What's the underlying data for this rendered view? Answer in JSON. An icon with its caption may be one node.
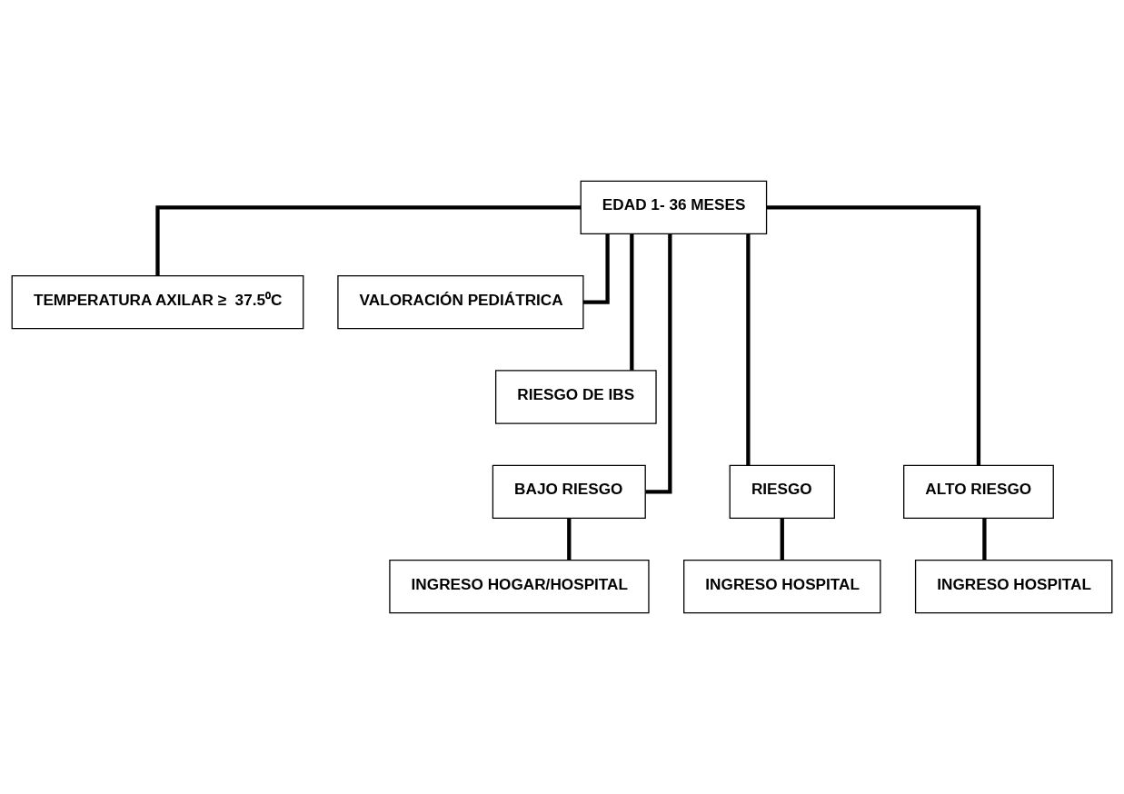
{
  "diagram": {
    "nodes": [
      {
        "text": [
          "EDAD 1- 36 MESES"
        ]
      },
      {
        "text": [
          "TEMPERATURA AXILAR ≥  37.5⁰C"
        ]
      },
      {
        "text": [
          "VALORACIÓN PEDIÁTRICA"
        ]
      },
      {
        "text": [
          "RIESGO DE IBS"
        ]
      },
      {
        "text": [
          "BAJO RIESGO"
        ]
      },
      {
        "text": [
          "RIESGO"
        ]
      },
      {
        "text": [
          "ALTO RIESGO"
        ]
      },
      {
        "text": [
          "INGRESO HOGAR/HOSPITAL"
        ]
      },
      {
        "text": [
          "INGRESO HOSPITAL"
        ]
      },
      {
        "text": [
          "INGRESO HOSPITAL"
        ]
      }
    ],
    "edges": [
      {
        "from": 0,
        "to": 1,
        "arrow": "none"
      },
      {
        "from": 0,
        "to": 2,
        "arrow": "none"
      },
      {
        "from": 0,
        "to": 3,
        "arrow": "none"
      },
      {
        "from": 0,
        "to": 4,
        "arrow": "none"
      },
      {
        "from": 0,
        "to": 5,
        "arrow": "none"
      },
      {
        "from": 0,
        "to": 6,
        "arrow": "none"
      },
      {
        "from": 4,
        "to": 7,
        "arrow": "none"
      },
      {
        "from": 5,
        "to": 8,
        "arrow": "none"
      },
      {
        "from": 6,
        "to": 9,
        "arrow": "none"
      }
    ]
  }
}
